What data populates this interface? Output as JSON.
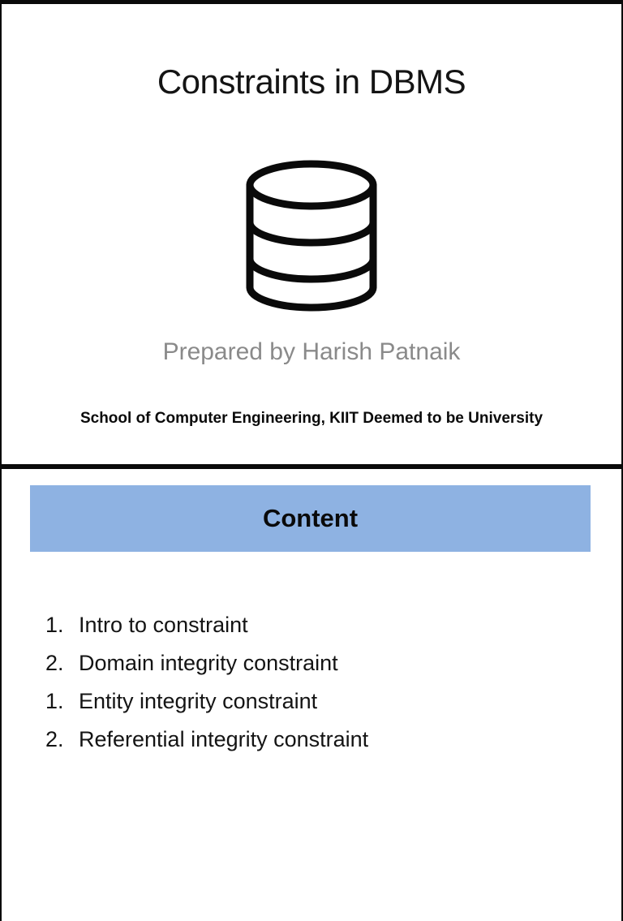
{
  "slide1": {
    "title": "Constraints in DBMS",
    "subtitle": "Prepared by Harish Patnaik",
    "affiliation": "School of Computer Engineering, KIIT Deemed to be University",
    "icon": "database-icon"
  },
  "slide2": {
    "header": "Content",
    "list": [
      {
        "num": "1.",
        "label": "Intro to constraint"
      },
      {
        "num": "2.",
        "label": "Domain integrity constraint"
      },
      {
        "num": "1.",
        "label": "Entity integrity constraint"
      },
      {
        "num": "2.",
        "label": "Referential integrity constraint"
      }
    ]
  },
  "colors": {
    "content_header_fill": "#8eb2e2",
    "subtitle_gray": "#8a8a8a",
    "page_border": "#0a0a0a",
    "ink": "#141414"
  }
}
